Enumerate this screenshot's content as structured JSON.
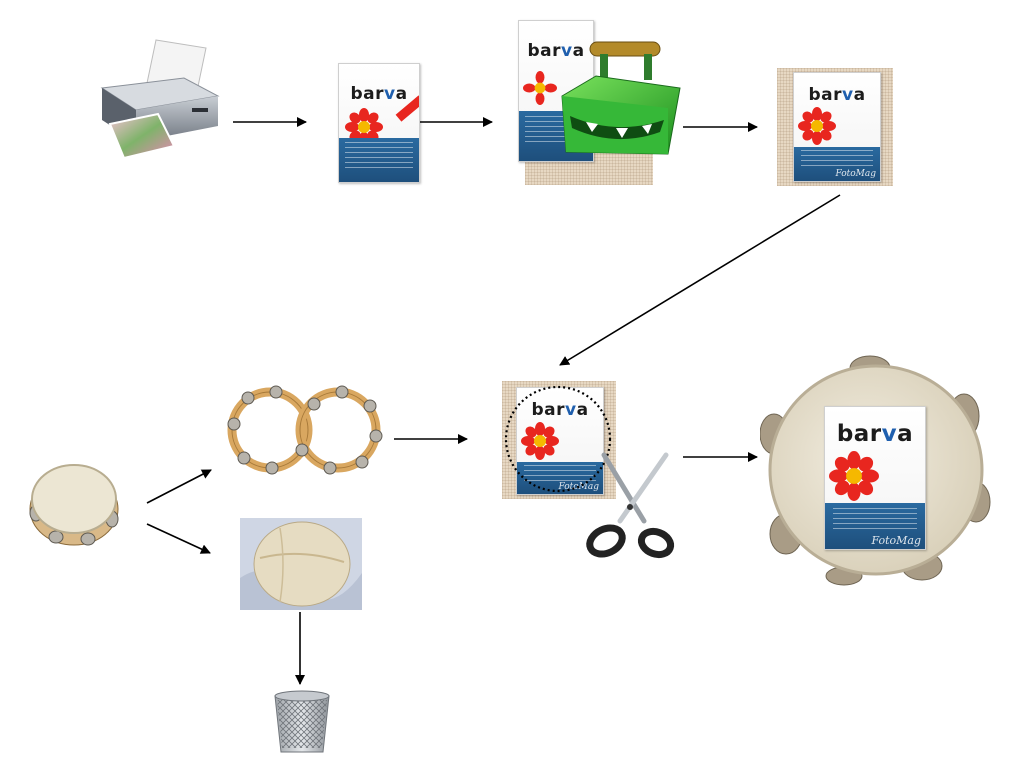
{
  "diagram": {
    "brand": {
      "prefix": "bar",
      "accent_letter": "v",
      "suffix": "a"
    },
    "watermark": "FotoMag",
    "colors": {
      "arrow": "#000000",
      "pack_panel": "#1e4f7c",
      "flower_petal": "#e8261f",
      "flower_center": "#f5b800",
      "linen": "#e7d8c3",
      "iron": "#3cc83a",
      "skin": "#efe9d6",
      "wood": "#d9b988"
    },
    "nodes": [
      {
        "id": "printer",
        "icon": "printer-icon"
      },
      {
        "id": "transfer-paper-pack",
        "icon": "paper-pack-icon"
      },
      {
        "id": "ironing-on-linen",
        "icon": "iron-icon"
      },
      {
        "id": "printed-linen",
        "icon": "linen-print-icon"
      },
      {
        "id": "cut-out-circle",
        "icon": "scissors-icon"
      },
      {
        "id": "finished-tambourine",
        "icon": "tambourine-icon"
      },
      {
        "id": "original-tambourine",
        "icon": "tambourine-icon"
      },
      {
        "id": "tambourine-frames",
        "icon": "tambourine-frame-icon"
      },
      {
        "id": "removed-skin",
        "icon": "drum-skin-icon"
      },
      {
        "id": "trash-bin",
        "icon": "trash-bin-icon"
      }
    ]
  }
}
